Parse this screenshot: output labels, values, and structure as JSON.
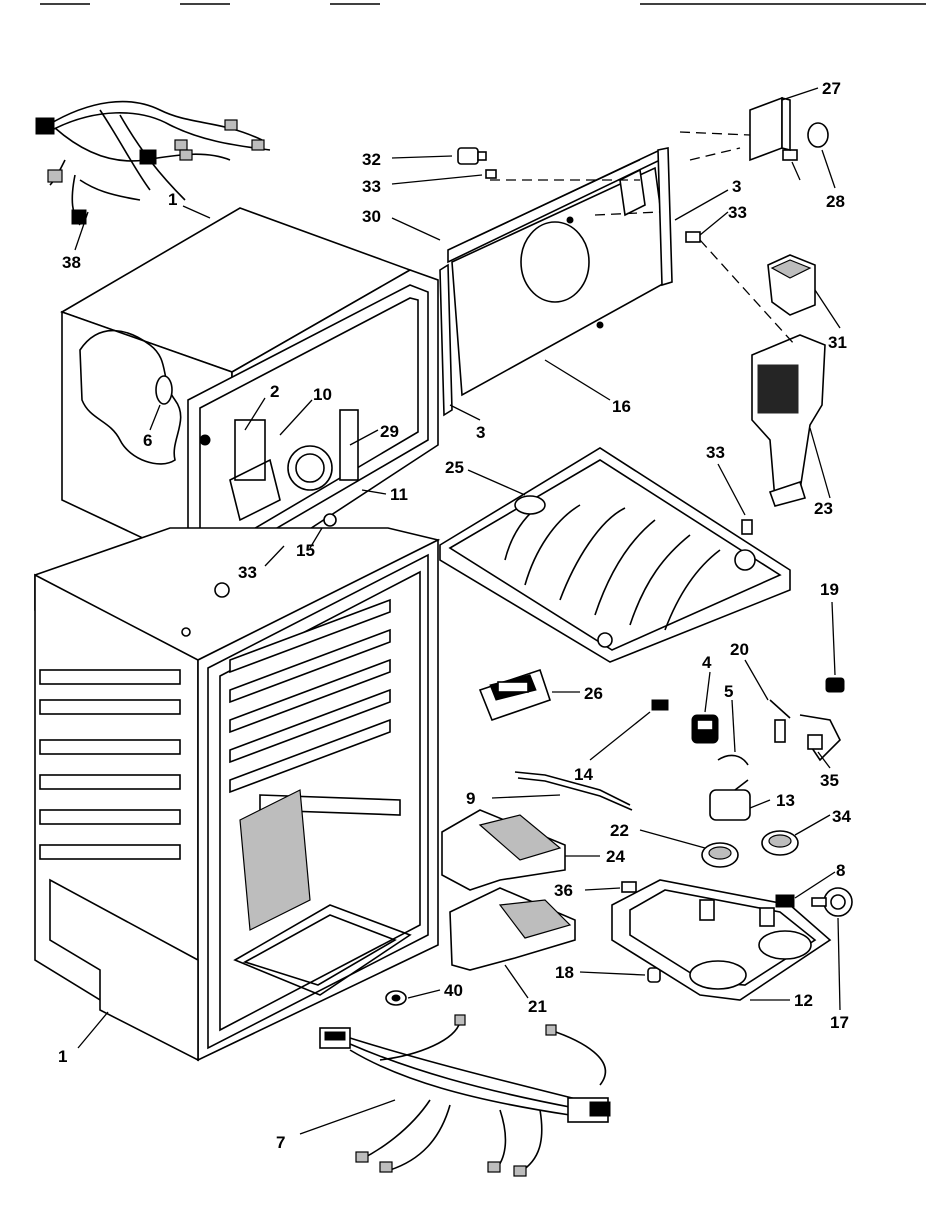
{
  "callouts": [
    "1",
    "38",
    "2",
    "10",
    "6",
    "29",
    "11",
    "15",
    "33",
    "32",
    "33",
    "30",
    "3",
    "3",
    "33",
    "27",
    "28",
    "16",
    "3",
    "31",
    "23",
    "25",
    "33",
    "19",
    "20",
    "4",
    "5",
    "35",
    "26",
    "14",
    "13",
    "34",
    "9",
    "22",
    "24",
    "8",
    "36",
    "17",
    "18",
    "12",
    "21",
    "40",
    "1",
    "7"
  ]
}
